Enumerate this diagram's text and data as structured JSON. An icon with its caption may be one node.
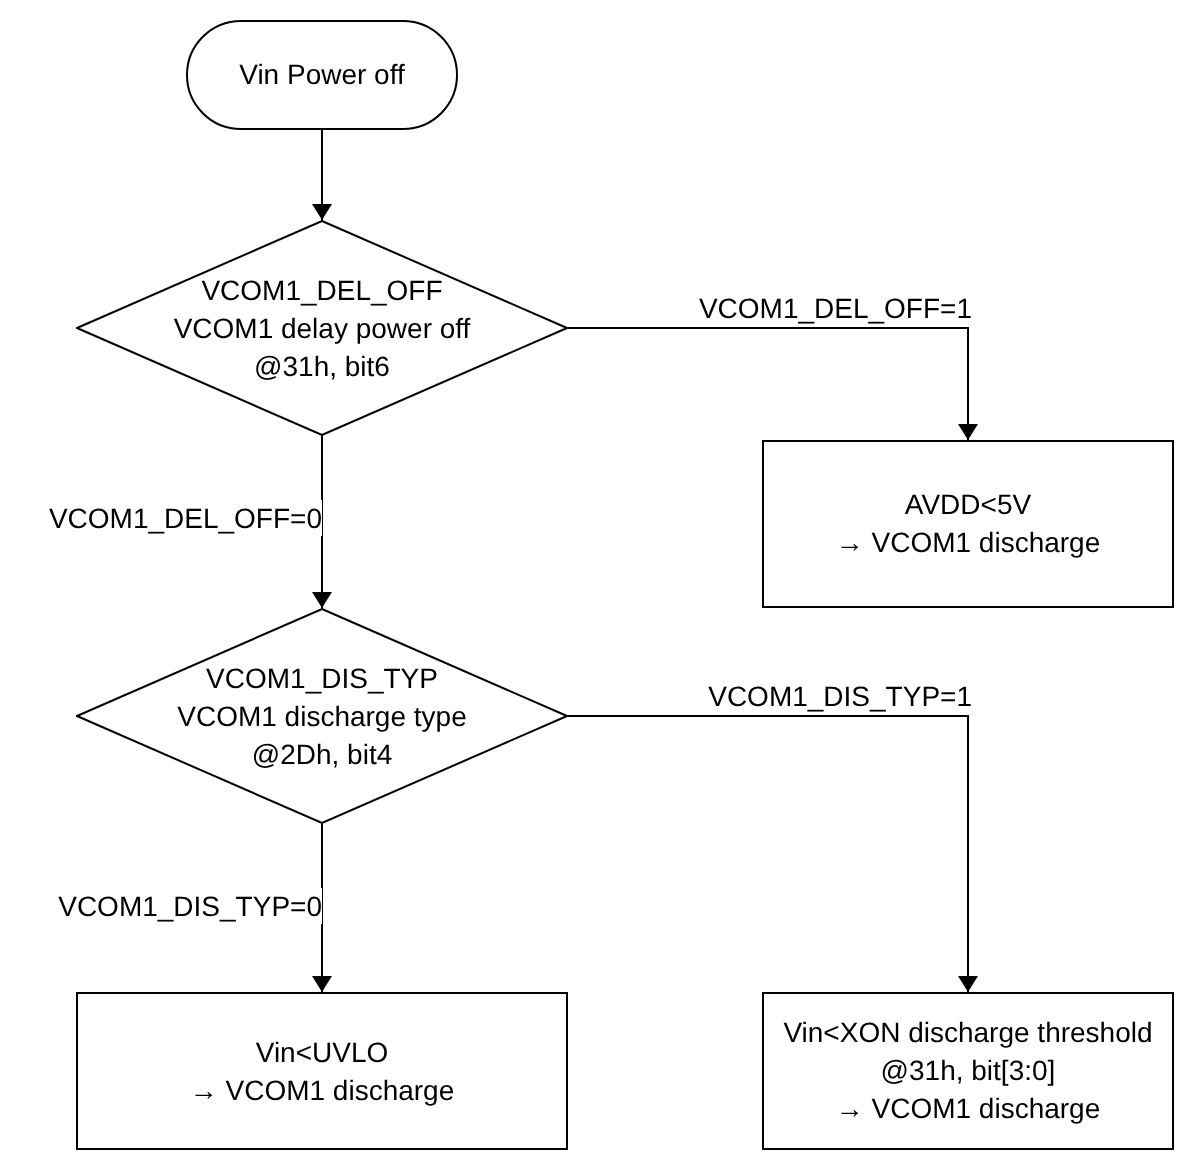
{
  "diagram": {
    "nodes": [
      {
        "text": [
          "Vin Power off"
        ]
      },
      {
        "text": [
          "VCOM1_DEL_OFF",
          "VCOM1 delay power off",
          "@31h, bit6"
        ]
      },
      {
        "text": [
          "AVDD<5V",
          "→ VCOM1 discharge"
        ]
      },
      {
        "text": [
          "VCOM1_DIS_TYP",
          "VCOM1 discharge type",
          "@2Dh, bit4"
        ]
      },
      {
        "text": [
          "Vin<UVLO",
          "→ VCOM1 discharge"
        ]
      },
      {
        "text": [
          "Vin<XON discharge threshold",
          "@31h, bit[3:0]",
          "→ VCOM1 discharge"
        ]
      }
    ],
    "edges": [
      {
        "from": 0,
        "to": 1,
        "arrow": "to"
      },
      {
        "from": 1,
        "to": 2,
        "arrow": "to",
        "label": "VCOM1_DEL_OFF=1"
      },
      {
        "from": 1,
        "to": 3,
        "arrow": "to",
        "label": "VCOM1_DEL_OFF=0"
      },
      {
        "from": 3,
        "to": 4,
        "arrow": "to",
        "label": "VCOM1_DIS_TYP=0"
      },
      {
        "from": 3,
        "to": 5,
        "arrow": "to",
        "label": "VCOM1_DIS_TYP=1"
      }
    ]
  }
}
